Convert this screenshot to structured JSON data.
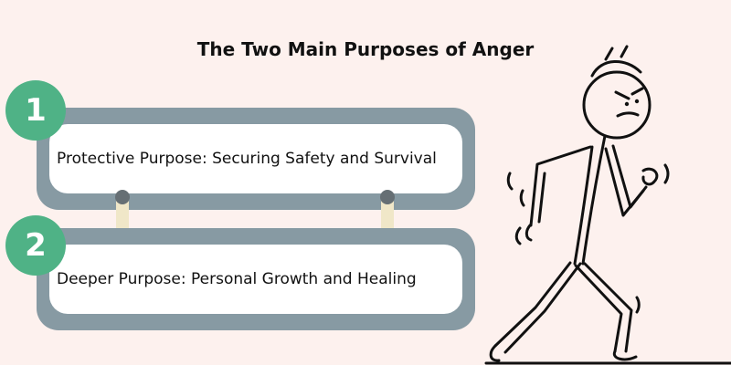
{
  "title": "The Two Main Purposes of Anger",
  "items": [
    {
      "number": "1",
      "text": "Protective Purpose: Securing Safety and Survival"
    },
    {
      "number": "2",
      "text": "Deeper Purpose: Personal Growth and Healing"
    }
  ],
  "colors": {
    "background": "#fdf1ee",
    "panel": "#879aa3",
    "panel_inner": "#ffffff",
    "badge": "#4fb286",
    "connector": "#f0e7c8",
    "connector_dot": "#666f74",
    "stroke": "#111111"
  },
  "illustration": "angry-walking-stick-figure"
}
